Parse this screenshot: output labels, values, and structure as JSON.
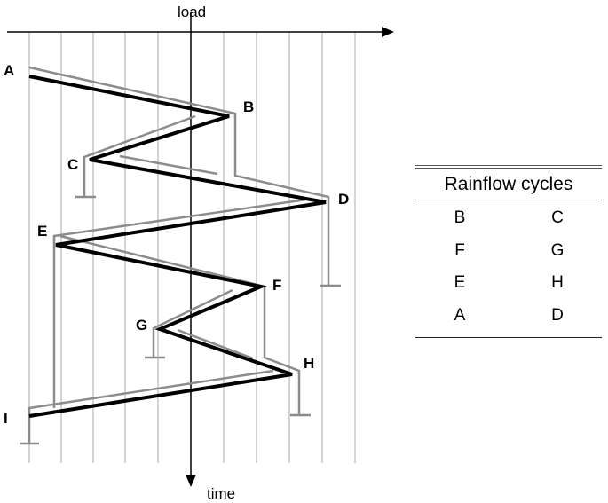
{
  "axes": {
    "horizontal_label": "load",
    "vertical_label": "time"
  },
  "points": [
    "A",
    "B",
    "C",
    "D",
    "E",
    "F",
    "G",
    "H",
    "I"
  ],
  "table": {
    "title": "Rainflow cycles",
    "rows": [
      [
        "B",
        "C"
      ],
      [
        "F",
        "G"
      ],
      [
        "E",
        "H"
      ],
      [
        "A",
        "D"
      ]
    ]
  }
}
